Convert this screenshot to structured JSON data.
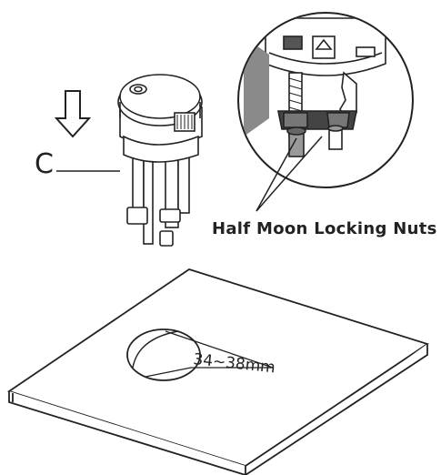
{
  "labels": {
    "part": "C",
    "callout": "Half Moon Locking Nuts",
    "dimension": "34~38mm"
  },
  "icons": {
    "direction": "down-arrow-icon"
  },
  "colors": {
    "line": "#222222",
    "gray": "#8a8a8a",
    "background": "#ffffff"
  }
}
